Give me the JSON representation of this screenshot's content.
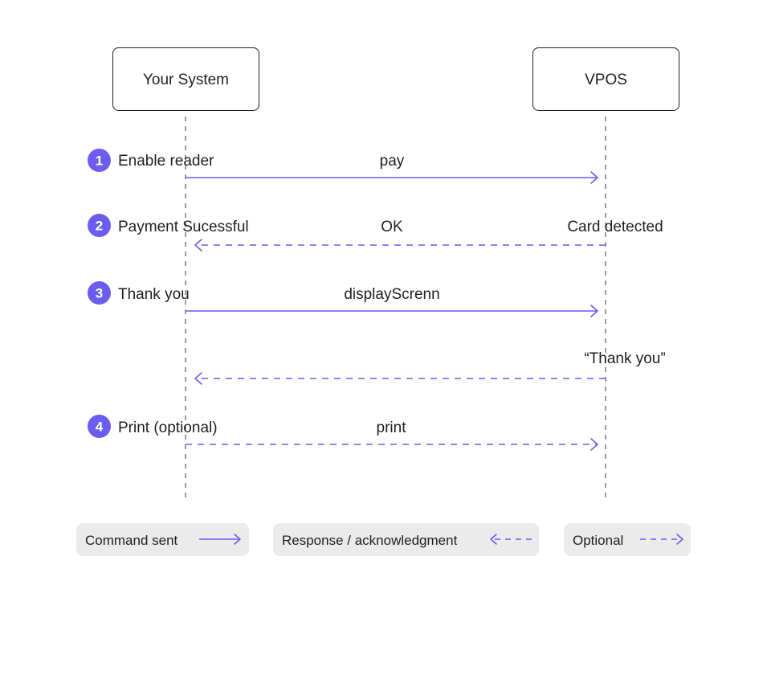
{
  "actors": {
    "left": "Your System",
    "right": "VPOS"
  },
  "steps": [
    {
      "number": "1",
      "label": "Enable reader",
      "message": "pay",
      "side_note": ""
    },
    {
      "number": "2",
      "label": "Payment Sucessful",
      "message": "OK",
      "side_note": "Card detected"
    },
    {
      "number": "3",
      "label": "Thank you",
      "message": "displayScrenn",
      "side_note": ""
    },
    {
      "number": "",
      "label": "",
      "message": "",
      "side_note": "“Thank you”"
    },
    {
      "number": "4",
      "label": "Print (optional)",
      "message": "print",
      "side_note": ""
    }
  ],
  "legend": {
    "command": "Command sent",
    "response": "Response / acknowledgment",
    "optional": "Optional"
  },
  "colors": {
    "accent": "#6b5cf0",
    "lifeline": "#7a7a7a",
    "legend_bg": "#ebebeb"
  }
}
